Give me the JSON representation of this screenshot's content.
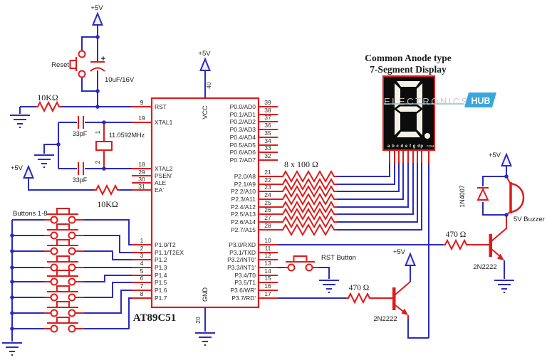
{
  "colors": {
    "wire": "#2b2bbe",
    "component": "#de1b1b",
    "text": "#1c1c1c",
    "display_bg": "#0c0c0c",
    "segment_on": "#f5f1e6",
    "hub_badge": "#38a8dc",
    "watermark": "#c6c6c6"
  },
  "power": {
    "v5": "+5V"
  },
  "reset": {
    "label": "Reset",
    "capacitor": "10uF/16V",
    "plus": "+",
    "resistor": "10KΩ"
  },
  "xtal": {
    "cap1": "33pF",
    "cap2": "33pF",
    "frequency": "11.0592MHz",
    "pin1": "1",
    "pin2": "2"
  },
  "ea": {
    "resistor": "10KΩ"
  },
  "buttons": {
    "label": "Buttons 1-8"
  },
  "ic": {
    "name": "AT89C51",
    "vcc_pin": "40",
    "vcc_label": "VCC",
    "gnd_pin": "20",
    "gnd_label": "GND",
    "left": [
      {
        "n": "9",
        "l": "RST"
      },
      {
        "n": "19",
        "l": "XTAL1"
      },
      {
        "n": "18",
        "l": "XTAL2"
      },
      {
        "n": "29",
        "l": "PSEN'"
      },
      {
        "n": "30",
        "l": "ALE"
      },
      {
        "n": "31",
        "l": "EA'"
      },
      {
        "n": "1",
        "l": "P1.0/T2"
      },
      {
        "n": "2",
        "l": "P1.1/T2EX"
      },
      {
        "n": "3",
        "l": "P1.2"
      },
      {
        "n": "4",
        "l": "P1.3"
      },
      {
        "n": "5",
        "l": "P1.4"
      },
      {
        "n": "6",
        "l": "P1.5"
      },
      {
        "n": "7",
        "l": "P1.6"
      },
      {
        "n": "8",
        "l": "P1.7"
      }
    ],
    "p0": [
      {
        "n": "39",
        "l": "P0.0/AD0"
      },
      {
        "n": "38",
        "l": "P0.1/AD1"
      },
      {
        "n": "37",
        "l": "P0.2/AD2"
      },
      {
        "n": "36",
        "l": "P0.3/AD3"
      },
      {
        "n": "35",
        "l": "P0.4/AD4"
      },
      {
        "n": "34",
        "l": "P0.5/AD5"
      },
      {
        "n": "33",
        "l": "P0.6/AD6"
      },
      {
        "n": "32",
        "l": "P0.7/AD7"
      }
    ],
    "p2": [
      {
        "n": "21",
        "l": "P2.0/A8"
      },
      {
        "n": "22",
        "l": "P2.1/A9"
      },
      {
        "n": "23",
        "l": "P2.2/A10"
      },
      {
        "n": "24",
        "l": "P2.3/A11"
      },
      {
        "n": "25",
        "l": "P2.4/A12"
      },
      {
        "n": "26",
        "l": "P2.5/A13"
      },
      {
        "n": "27",
        "l": "P2.6/A14"
      },
      {
        "n": "28",
        "l": "P2.7/A15"
      }
    ],
    "p3": [
      {
        "n": "10",
        "l": "P3.0/RXD"
      },
      {
        "n": "11",
        "l": "P3.1/TXD"
      },
      {
        "n": "12",
        "l": "P3.2/INT0'"
      },
      {
        "n": "13",
        "l": "P3.3/INT1'"
      },
      {
        "n": "14",
        "l": "P3.4/T0"
      },
      {
        "n": "15",
        "l": "P3.5/T1"
      },
      {
        "n": "16",
        "l": "P3.6/WR'"
      },
      {
        "n": "17",
        "l": "P3.7/RD'"
      }
    ]
  },
  "resistor_network": {
    "label": "8 x 100 Ω"
  },
  "display": {
    "title_line1": "Common Anode type",
    "title_line2": "7-Segment Display",
    "segment_labels": "a b c d e f g dp",
    "com_label": "COM",
    "watermark_text": "ELECTRONICS",
    "watermark_badge": "HUB"
  },
  "rst_button": {
    "label": "RST Button"
  },
  "buzzer": {
    "label": "5V Buzzer",
    "diode": "1N4007",
    "resistor": "470 Ω",
    "transistor": "2N2222"
  },
  "com_driver": {
    "resistor": "470 Ω",
    "transistor": "2N2222"
  }
}
